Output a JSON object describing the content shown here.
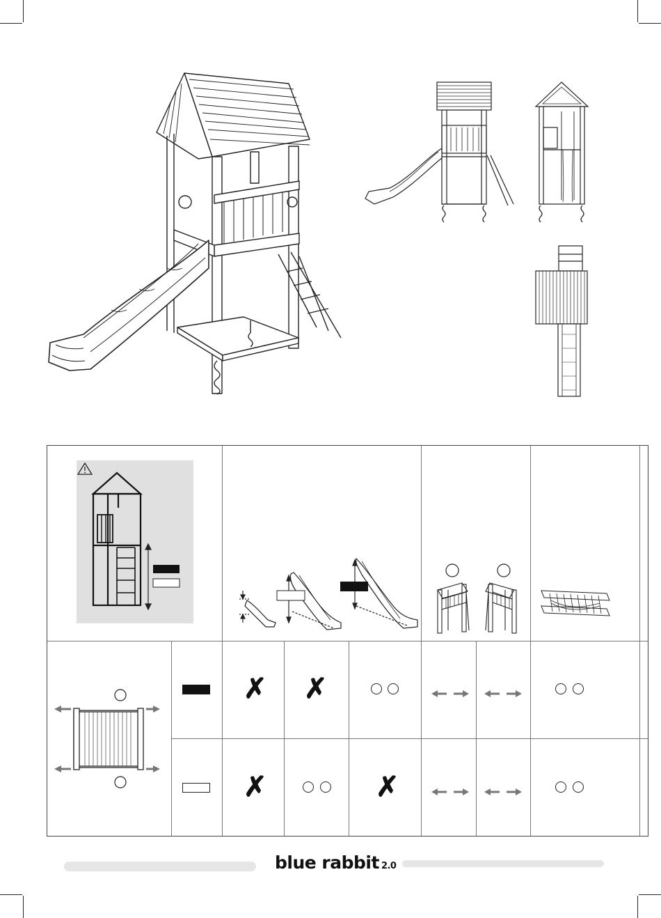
{
  "document": {
    "type": "assembly-manual-page",
    "figures": [
      "main-playtower-isometric",
      "front-view",
      "side-view",
      "top-view",
      "safety-height-panel",
      "slide-options",
      "tower-orientations",
      "bridge-module",
      "platform-top-view"
    ]
  },
  "options_table": {
    "rows": [
      {
        "row_marker": "black-box",
        "cells": [
          "x-mark",
          "x-mark",
          "circles",
          "arrows",
          "arrows",
          "circles"
        ]
      },
      {
        "row_marker": "white-box",
        "cells": [
          "x-mark",
          "circles",
          "x-mark",
          "arrows",
          "arrows",
          "circles"
        ]
      }
    ],
    "x_mark_glyph": "✗"
  },
  "footer": {
    "brand": "blue rabbit",
    "version": "2.0"
  },
  "colors": {
    "line": "#222222",
    "panel_gray": "#e0e0e0",
    "arrow_gray": "#777777",
    "footer_bar": "#e6e6e6"
  }
}
